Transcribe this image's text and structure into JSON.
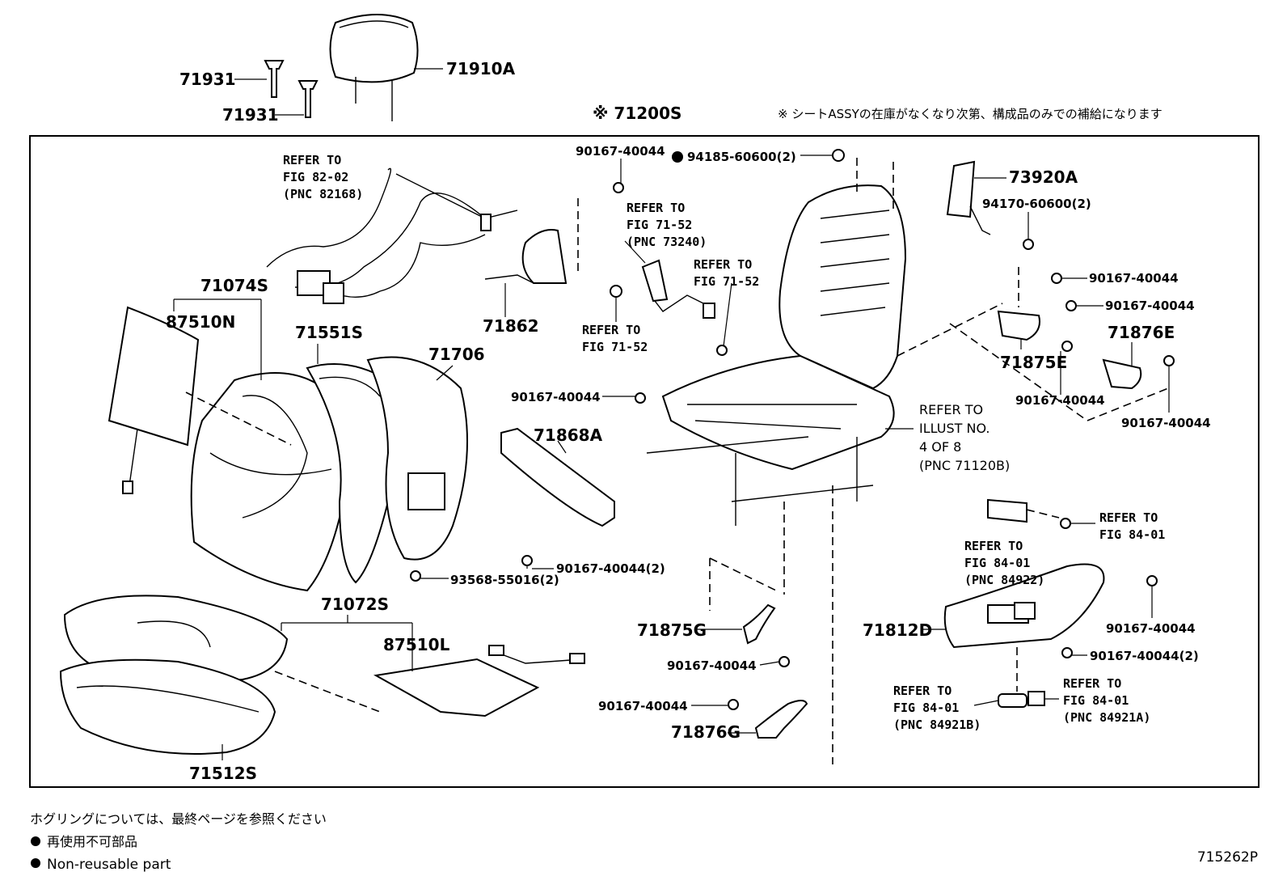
{
  "labels": {
    "p71931a": "71931",
    "p71931b": "71931",
    "p71910A": "71910A",
    "p71200S": "※ 71200S",
    "stock_note": "※ シートASSYの在庫がなくなり次第、構成品のみでの補給になります",
    "p90167_top": "90167-40044",
    "p94185": "94185-60600(2)",
    "p73920A": "73920A",
    "p94170": "94170-60600(2)",
    "p90167_r1": "90167-40044",
    "p90167_r2": "90167-40044",
    "p71876E": "71876E",
    "p71875E": "71875E",
    "p90167_r3": "90167-40044",
    "p90167_r4": "90167-40044",
    "p71074S": "71074S",
    "p87510N": "87510N",
    "p71551S": "71551S",
    "p71706": "71706",
    "p71862": "71862",
    "p90167_mid": "90167-40044",
    "p71868A": "71868A",
    "p90167_2a": "90167-40044(2)",
    "p93568": "93568-55016(2)",
    "p71072S": "71072S",
    "p87510L": "87510L",
    "p71512S": "71512S",
    "p71875G": "71875G",
    "p90167_g1": "90167-40044",
    "p90167_g2": "90167-40044",
    "p71876G": "71876G",
    "p71812D": "71812D",
    "p90167_d1": "90167-40044",
    "p90167_d2": "90167-40044(2)"
  },
  "refs": {
    "ref_82": [
      "REFER TO",
      "FIG 82-02",
      "(PNC 82168)"
    ],
    "ref_7152a": [
      "REFER TO",
      "FIG 71-52",
      "(PNC 73240)"
    ],
    "ref_7152b": [
      "REFER TO",
      "FIG 71-52"
    ],
    "ref_7152c": [
      "REFER TO",
      "FIG 71-52"
    ],
    "ref_illust": [
      "REFER TO",
      "ILLUST NO.",
      "4 OF 8",
      "(PNC 71120B)"
    ],
    "ref_8401a": [
      "REFER TO",
      "FIG 84-01"
    ],
    "ref_8401b": [
      "REFER TO",
      "FIG 84-01",
      "(PNC 84922)"
    ],
    "ref_8401c": [
      "REFER TO",
      "FIG 84-01",
      "(PNC 84921B)"
    ],
    "ref_8401d": [
      "REFER TO",
      "FIG 84-01",
      "(PNC 84921A)"
    ]
  },
  "footer": {
    "hog_note": "ホグリングについては、最終ページを参照ください",
    "legend_jp": "再使用不可部品",
    "legend_en": "Non-reusable part",
    "figure_code": "715262P"
  }
}
